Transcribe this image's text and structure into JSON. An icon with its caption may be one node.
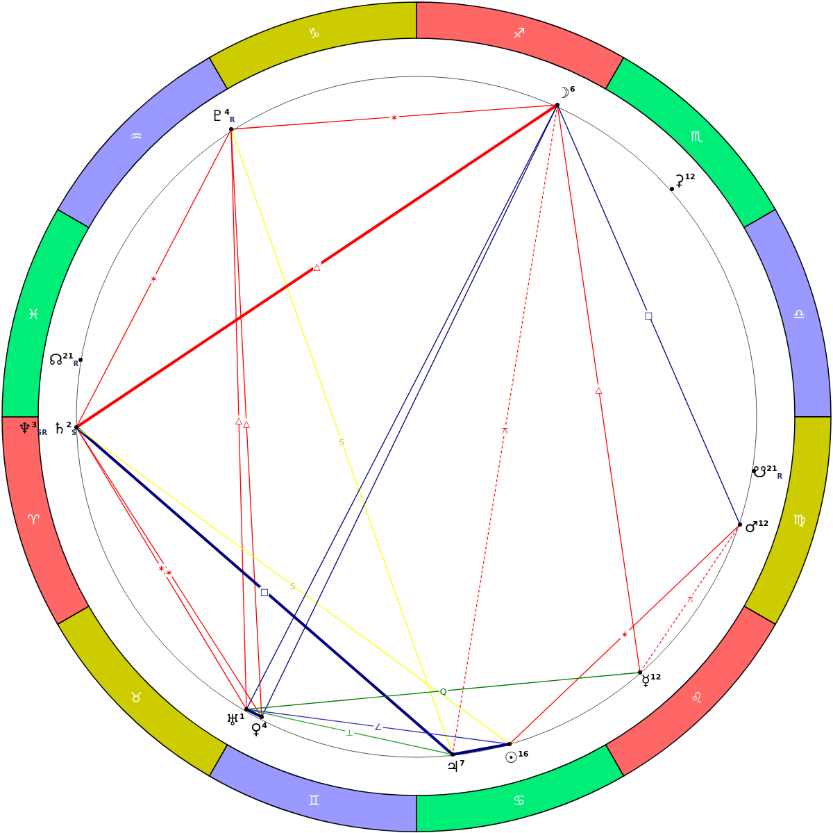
{
  "diagram": {
    "nodes": [
      {
        "text": [
          "♇$^{4}$$_{R}$"
        ]
      },
      {
        "text": [
          "☽$^{6}$"
        ]
      },
      {
        "text": [
          "⚳$^{12}$"
        ]
      },
      {
        "text": [
          "☊$^{21}$$_{R}$"
        ]
      },
      {
        "text": [
          "♆$^{3}$$_{SR}$",
          "♄$^{2}$$_{S}$"
        ]
      },
      {
        "text": [
          "☋$^{21}$$_{R}$"
        ]
      },
      {
        "text": [
          "♂$^{12}$"
        ]
      },
      {
        "text": [
          "☿$^{12}$"
        ]
      },
      {
        "text": [
          "☉$^{16}$"
        ]
      },
      {
        "text": [
          "♃$^{7}$"
        ]
      },
      {
        "text": [
          "♀$^{4}$"
        ]
      },
      {
        "text": [
          "♅$^{1}$"
        ]
      }
    ],
    "edges": [
      {
        "from": 0,
        "to": 1,
        "arrow": "none",
        "label": "✶"
      },
      {
        "from": 0,
        "to": 4,
        "arrow": "none",
        "label": "✶"
      },
      {
        "from": 0,
        "to": 11,
        "arrow": "none",
        "label": "△"
      },
      {
        "from": 0,
        "to": 10,
        "arrow": "none",
        "label": "△"
      },
      {
        "from": 0,
        "to": 9,
        "arrow": "none",
        "label": "S",
        "color": "#ffff00"
      },
      {
        "from": 4,
        "to": 1,
        "arrow": "none",
        "label": "△",
        "style": "thick"
      },
      {
        "from": 4,
        "to": 11,
        "arrow": "none",
        "label": "✶"
      },
      {
        "from": 4,
        "to": 10,
        "arrow": "none",
        "label": "✶"
      },
      {
        "from": 4,
        "to": 9,
        "arrow": "none",
        "label": "□",
        "style": "thick",
        "color": "#000080"
      },
      {
        "from": 4,
        "to": 8,
        "arrow": "none",
        "label": "S",
        "color": "#ffff00"
      },
      {
        "from": 1,
        "to": 11,
        "arrow": "none",
        "color": "#000080"
      },
      {
        "from": 1,
        "to": 10,
        "arrow": "none",
        "color": "#000080"
      },
      {
        "from": 1,
        "to": 9,
        "arrow": "none",
        "label": "⚻",
        "style": "dashed"
      },
      {
        "from": 1,
        "to": 7,
        "arrow": "none",
        "label": "△"
      },
      {
        "from": 1,
        "to": 6,
        "arrow": "none",
        "label": "□",
        "color": "#000080"
      },
      {
        "from": 6,
        "to": 8,
        "arrow": "none",
        "label": "✶"
      },
      {
        "from": 6,
        "to": 7,
        "arrow": "none",
        "label": "⚻",
        "style": "dashed"
      },
      {
        "from": 7,
        "to": 11,
        "arrow": "none",
        "label": "Q",
        "color": "#008000"
      },
      {
        "from": 11,
        "to": 8,
        "arrow": "none",
        "label": "∠",
        "color": "#3333bb"
      },
      {
        "from": 11,
        "to": 9,
        "arrow": "none",
        "label": "⊥",
        "color": "#33aa33"
      },
      {
        "from": 11,
        "to": 10,
        "arrow": "none",
        "style": "thick",
        "color": "#000080"
      },
      {
        "from": 9,
        "to": 8,
        "arrow": "none",
        "style": "thick",
        "color": "#000080"
      }
    ],
    "labels": [
      "♐",
      "♏",
      "♎",
      "♍",
      "♌",
      "♋",
      "♊",
      "♉",
      "♈",
      "♓",
      "♒",
      "♑"
    ]
  }
}
